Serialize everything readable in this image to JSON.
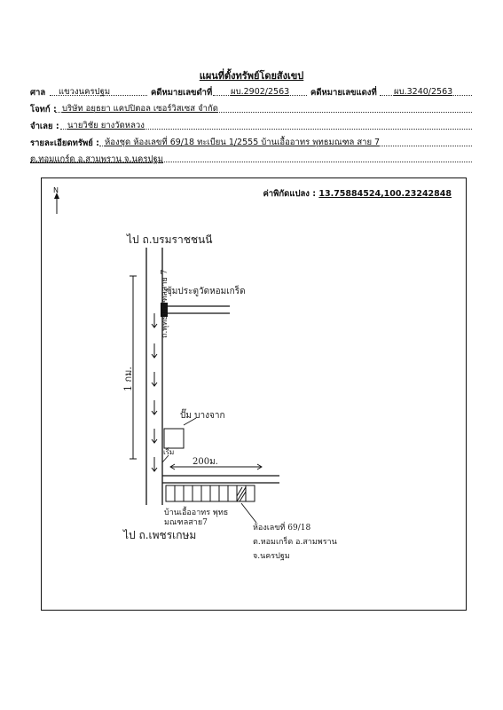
{
  "title": "แผนที่ตั้งทรัพย์โดยสังเขป",
  "fields": {
    "court_label": "ศาล",
    "court_value": "แขวงนครปฐม",
    "black_case_label": "คดีหมายเลขดำที่",
    "black_case_value": "ผบ.2902/2563",
    "red_case_label": "คดีหมายเลขแดงที่",
    "red_case_value": "ผบ.3240/2563",
    "plaintiff_label": "โจทก์ :",
    "plaintiff_value": "บริษัท อยุธยา แคปปิตอล เซอร์วิสเซส จำกัด",
    "defendant_label": "จำเลย :",
    "defendant_value": "นายวิชัย ยางวัดหลวง",
    "property_label": "รายละเอียดทรัพย์ :",
    "property_value": "ห้องชุด ห้องเลขที่ 69/18 ทะเบียน 1/2555 บ้านเอื้ออาทร พุทธมณฑล สาย 7",
    "address_value": "ต.ทอมแกร์ด อ.สามพราน จ.นครปฐม"
  },
  "map": {
    "north_label": "N",
    "coordinate_label": "ค่าพิกัดแปลง :",
    "coordinate_value": "13.75884524,100.23242848",
    "annotations": {
      "to_top_road": "ไป ถ.บรมราชชนนี",
      "temple_gate": "ซุ้มประตูวัดหอมเกร็ด",
      "main_road": "ถ.พุทธมณฑลสาย 7",
      "distance_1km": "1 กม.",
      "bang_jak": "ปั๊ม บางจาก",
      "start_point": "เริ่ม",
      "distance_200m": "200ม.",
      "housing_name": "บ้านเอื้ออาทร พุทธมณฑลสาย7",
      "unit_no": "ห้องเลขที่ 69/18",
      "subdistrict": "ต.หอมเกร็ด อ.สามพราน",
      "province": "จ.นครปฐม",
      "to_bottom_road": "ไป ถ.เพชรเกษม"
    }
  }
}
